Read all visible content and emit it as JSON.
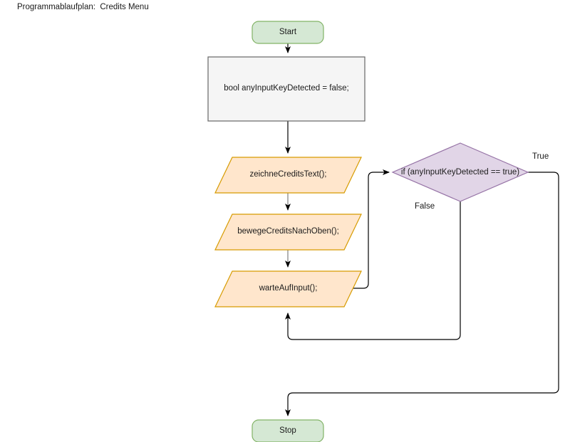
{
  "diagram": {
    "title": "Programmablaufplan:  Credits Menu",
    "type": "flowchart",
    "colors": {
      "terminator_fill": "#d5e8d4",
      "terminator_stroke": "#82b366",
      "process_fill": "#f5f5f5",
      "process_stroke": "#666666",
      "io_fill": "#ffe6cc",
      "io_stroke": "#d79b00",
      "decision_fill": "#e1d5e7",
      "decision_stroke": "#9673a6",
      "edge_stroke": "#000000",
      "text": "#1a1a1a",
      "background": "#ffffff"
    },
    "nodes": {
      "start": {
        "label": "Start",
        "shape": "terminator"
      },
      "init": {
        "label": "bool anyInputKeyDetected = false;",
        "shape": "process"
      },
      "draw_credits": {
        "label": "zeichneCreditsText();",
        "shape": "io-parallelogram"
      },
      "move_credits": {
        "label": "bewegeCreditsNachOben();",
        "shape": "io-parallelogram"
      },
      "wait_input": {
        "label": "warteAufInput();",
        "shape": "io-parallelogram"
      },
      "decision": {
        "label": "if (anyInputKeyDetected == true)",
        "shape": "decision"
      },
      "stop": {
        "label": "Stop",
        "shape": "terminator"
      }
    },
    "edge_labels": {
      "decision_true": "True",
      "decision_false": "False"
    },
    "edges": [
      {
        "from": "start",
        "to": "init",
        "label": ""
      },
      {
        "from": "init",
        "to": "draw_credits",
        "label": ""
      },
      {
        "from": "draw_credits",
        "to": "move_credits",
        "label": ""
      },
      {
        "from": "move_credits",
        "to": "wait_input",
        "label": ""
      },
      {
        "from": "wait_input",
        "to": "decision",
        "label": ""
      },
      {
        "from": "decision",
        "to": "wait_input",
        "label": "False"
      },
      {
        "from": "decision",
        "to": "stop",
        "label": "True"
      }
    ]
  }
}
